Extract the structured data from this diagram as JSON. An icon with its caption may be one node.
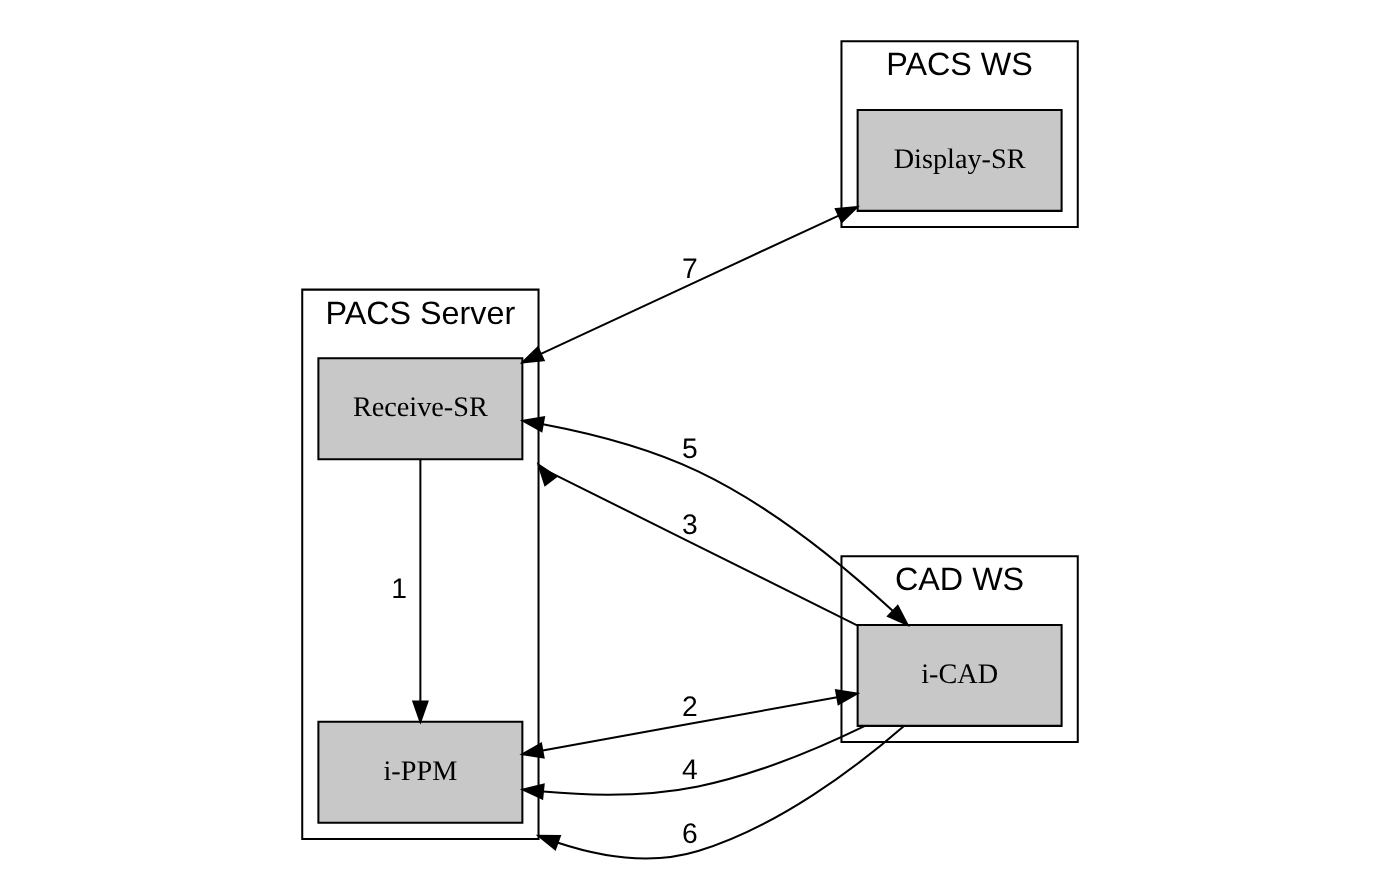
{
  "diagram": {
    "nodes": [
      {
        "text": [
          "PACS WS"
        ]
      },
      {
        "text": [
          "Display-SR"
        ],
        "in": 0
      },
      {
        "text": [
          "CAD WS"
        ]
      },
      {
        "text": [
          "i-CAD"
        ],
        "in": 2
      },
      {
        "text": [
          "PACS Server"
        ]
      },
      {
        "text": [
          "Receive-SR"
        ],
        "in": 4
      },
      {
        "text": [
          "i-PPM"
        ],
        "in": 4
      }
    ],
    "edges": [
      {
        "from": 4,
        "to": 6,
        "arrow": "to",
        "label": "1"
      },
      {
        "from": 5,
        "to": 1,
        "arrow": "both",
        "label": "7"
      },
      {
        "from": 5,
        "to": 3,
        "arrow": "both",
        "label": "5"
      },
      {
        "from": 3,
        "to": 4,
        "arrow": "to",
        "label": "3"
      },
      {
        "from": 6,
        "to": 3,
        "arrow": "both",
        "label": "2"
      },
      {
        "from": 3,
        "to": 6,
        "arrow": "to",
        "label": "4"
      },
      {
        "from": 3,
        "to": 4,
        "arrow": "to",
        "label": "6"
      }
    ]
  }
}
